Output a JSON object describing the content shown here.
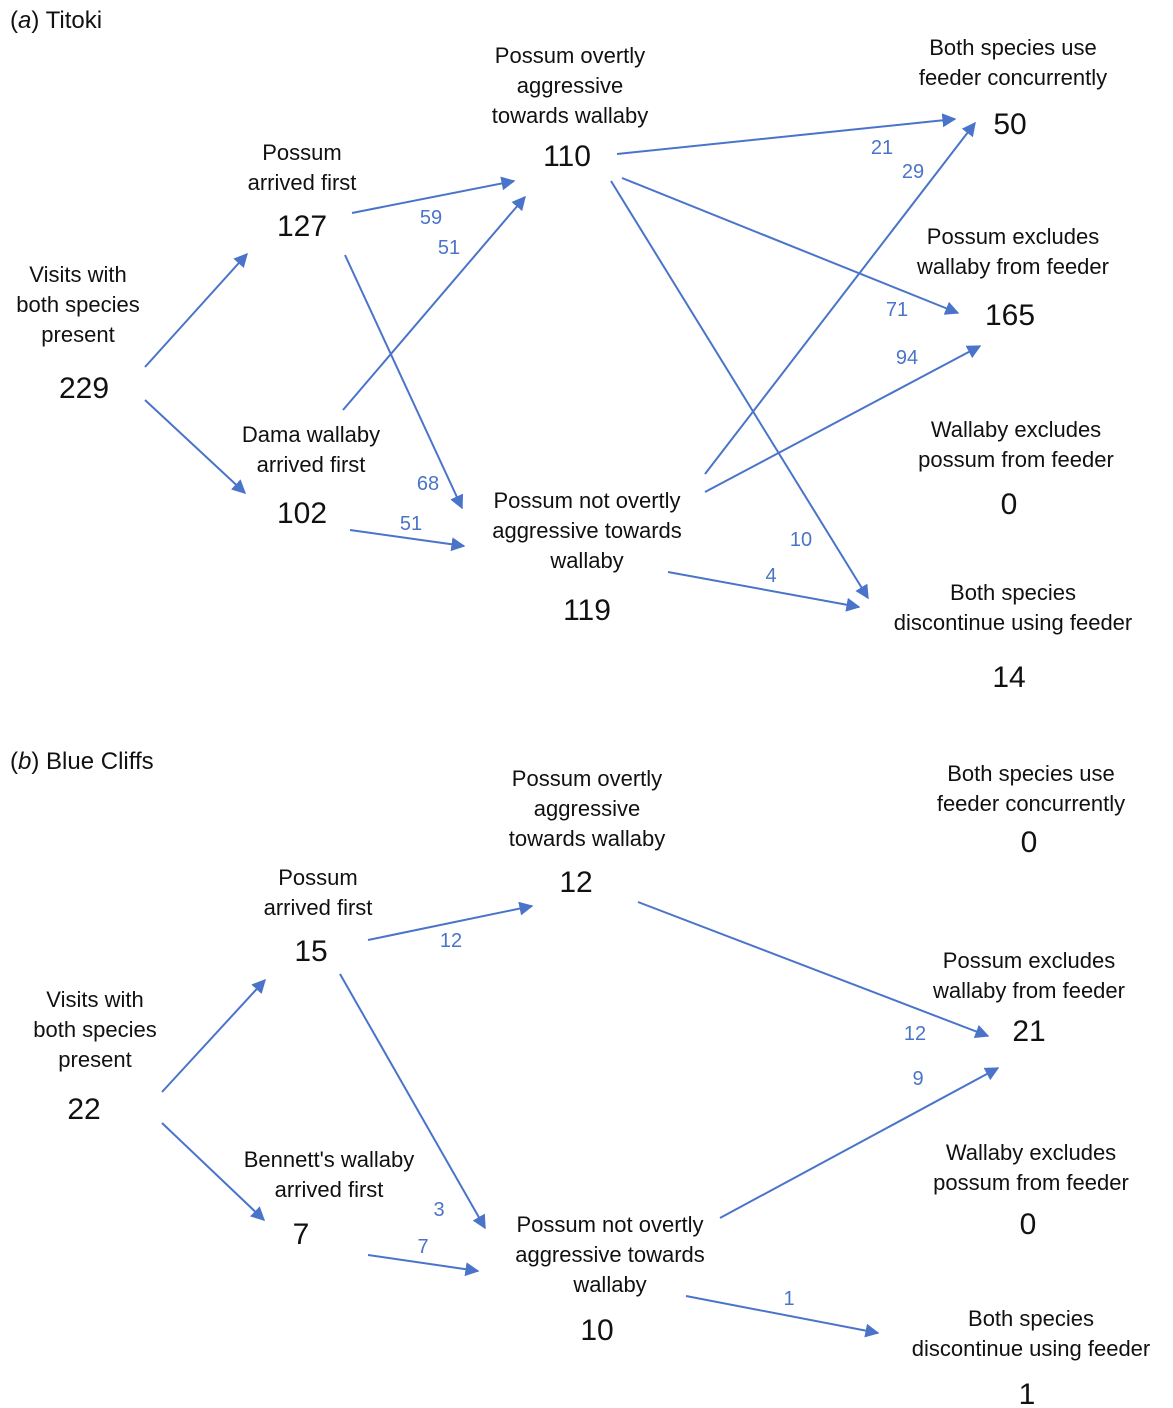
{
  "accent_color": "#4a74c9",
  "panels": [
    {
      "id": "a",
      "letter": "a",
      "site": "Titoki",
      "nodes": {
        "visits": {
          "label": [
            "Visits with",
            "both species",
            "present"
          ],
          "count": "229"
        },
        "possum_first": {
          "label": [
            "Possum",
            "arrived first"
          ],
          "count": "127"
        },
        "wallaby_first": {
          "label": [
            "Dama wallaby",
            "arrived first"
          ],
          "count": "102"
        },
        "aggressive": {
          "label": [
            "Possum overtly",
            "aggressive",
            "towards wallaby"
          ],
          "count": "110"
        },
        "not_aggressive": {
          "label": [
            "Possum not overtly",
            "aggressive towards",
            "wallaby"
          ],
          "count": "119"
        },
        "concurrent": {
          "label": [
            "Both species use",
            "feeder concurrently"
          ],
          "count": "50"
        },
        "possum_excludes": {
          "label": [
            "Possum excludes",
            "wallaby from feeder"
          ],
          "count": "165"
        },
        "wallaby_excludes": {
          "label": [
            "Wallaby excludes",
            "possum from feeder"
          ],
          "count": "0"
        },
        "discontinue": {
          "label": [
            "Both species",
            "discontinue using feeder"
          ],
          "count": "14"
        }
      },
      "edges": [
        {
          "from": "visits",
          "to": "possum_first"
        },
        {
          "from": "visits",
          "to": "wallaby_first"
        },
        {
          "from": "possum_first",
          "to": "aggressive",
          "value": "59"
        },
        {
          "from": "wallaby_first",
          "to": "aggressive",
          "value": "51"
        },
        {
          "from": "possum_first",
          "to": "not_aggressive",
          "value": "68"
        },
        {
          "from": "wallaby_first",
          "to": "not_aggressive",
          "value": "51"
        },
        {
          "from": "aggressive",
          "to": "concurrent",
          "value": "21"
        },
        {
          "from": "not_aggressive",
          "to": "concurrent",
          "value": "29"
        },
        {
          "from": "aggressive",
          "to": "possum_excludes",
          "value": "71"
        },
        {
          "from": "not_aggressive",
          "to": "possum_excludes",
          "value": "94"
        },
        {
          "from": "aggressive",
          "to": "discontinue",
          "value": "10"
        },
        {
          "from": "not_aggressive",
          "to": "discontinue",
          "value": "4"
        }
      ]
    },
    {
      "id": "b",
      "letter": "b",
      "site": "Blue Cliffs",
      "nodes": {
        "visits": {
          "label": [
            "Visits with",
            "both species",
            "present"
          ],
          "count": "22"
        },
        "possum_first": {
          "label": [
            "Possum",
            "arrived first"
          ],
          "count": "15"
        },
        "wallaby_first": {
          "label": [
            "Bennett's wallaby",
            "arrived first"
          ],
          "count": "7"
        },
        "aggressive": {
          "label": [
            "Possum overtly",
            "aggressive",
            "towards wallaby"
          ],
          "count": "12"
        },
        "not_aggressive": {
          "label": [
            "Possum not overtly",
            "aggressive towards",
            "wallaby"
          ],
          "count": "10"
        },
        "concurrent": {
          "label": [
            "Both species use",
            "feeder concurrently"
          ],
          "count": "0"
        },
        "possum_excludes": {
          "label": [
            "Possum excludes",
            "wallaby from feeder"
          ],
          "count": "21"
        },
        "wallaby_excludes": {
          "label": [
            "Wallaby excludes",
            "possum from feeder"
          ],
          "count": "0"
        },
        "discontinue": {
          "label": [
            "Both species",
            "discontinue using feeder"
          ],
          "count": "1"
        }
      },
      "edges": [
        {
          "from": "visits",
          "to": "possum_first"
        },
        {
          "from": "visits",
          "to": "wallaby_first"
        },
        {
          "from": "possum_first",
          "to": "aggressive",
          "value": "12"
        },
        {
          "from": "possum_first",
          "to": "not_aggressive",
          "value": "3"
        },
        {
          "from": "wallaby_first",
          "to": "not_aggressive",
          "value": "7"
        },
        {
          "from": "aggressive",
          "to": "possum_excludes",
          "value": "12"
        },
        {
          "from": "not_aggressive",
          "to": "possum_excludes",
          "value": "9"
        },
        {
          "from": "not_aggressive",
          "to": "discontinue",
          "value": "1"
        }
      ]
    }
  ]
}
